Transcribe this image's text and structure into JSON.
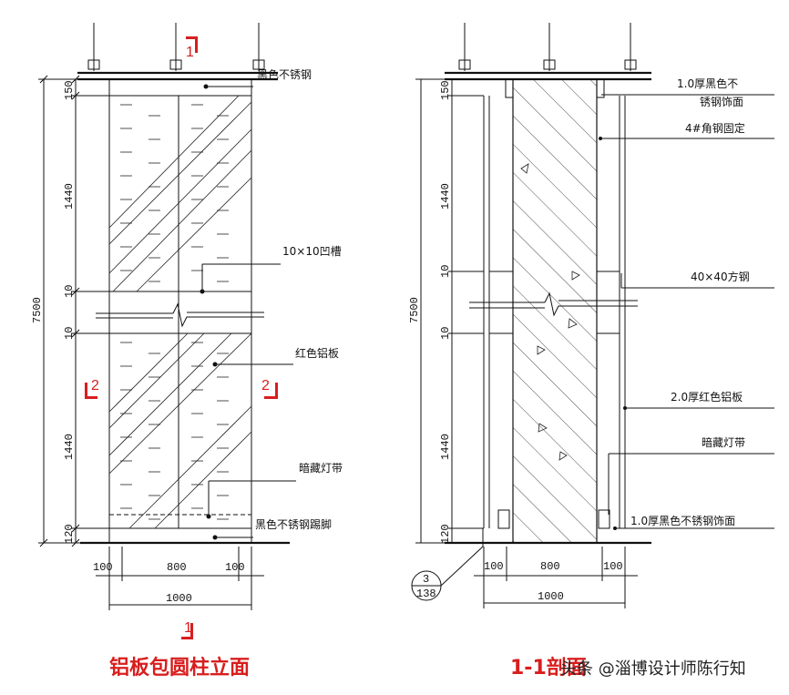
{
  "elevation": {
    "title": "铝板包圆柱立面",
    "labels": {
      "top_finish": "黑色不锈钢",
      "groove": "10×10凹槽",
      "panel": "红色铝板",
      "light": "暗藏灯带",
      "base": "黑色不锈钢踢脚"
    },
    "dims_vertical": [
      "7500",
      "150",
      "1440",
      "10",
      "10",
      "1440",
      "120"
    ],
    "dims_horizontal": [
      "100",
      "800",
      "100",
      "1000"
    ],
    "section_marks": [
      "1",
      "1",
      "2",
      "2"
    ]
  },
  "section": {
    "title": "1-1剖面",
    "labels": {
      "top_finish_1": "1.0厚黑色不",
      "top_finish_2": "锈钢饰面",
      "angle": "4#角钢固定",
      "tube": "40×40方钢",
      "panel": "2.0厚红色铝板",
      "light": "暗藏灯带",
      "base": "1.0厚黑色不锈钢饰面"
    },
    "dims_vertical": [
      "7500",
      "150",
      "1440",
      "10",
      "10",
      "1440",
      "120"
    ],
    "dims_horizontal": [
      "100",
      "800",
      "100",
      "1000"
    ],
    "detail_ref": {
      "top": "3",
      "bottom": "138"
    }
  },
  "watermark": "头条 @淄博设计师陈行知",
  "colors": {
    "accent": "#d81e1e",
    "line": "#111111"
  }
}
